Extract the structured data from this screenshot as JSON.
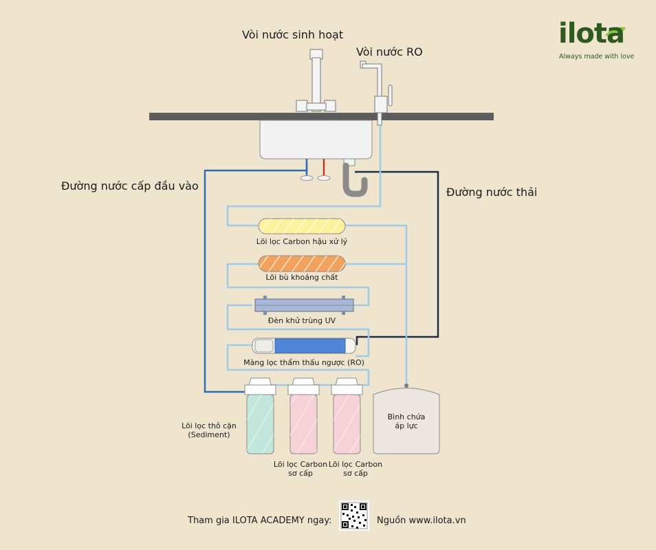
{
  "brand": {
    "logo": "ilota",
    "tagline": "Always made with love"
  },
  "faucets": {
    "household": "Vòi nước sinh hoạt",
    "ro": "Vòi nước RO"
  },
  "lines": {
    "inlet": "Đường nước cấp đầu vào",
    "drain": "Đường nước thải"
  },
  "stages": {
    "post_carbon": "Lõi lọc Carbon hậu xử lý",
    "mineral": "Lõi bù khoáng chất",
    "uv": "Đèn khử trùng UV",
    "ro_membrane": "Màng lọc thẩm thấu ngược (RO)"
  },
  "housings": {
    "sediment_line1": "Lõi lọc thô cặn",
    "sediment_line2": "(Sediment)",
    "carbon1_line1": "Lõi lọc Carbon",
    "carbon1_line2": "sơ cấp",
    "carbon2_line1": "Lõi lọc Carbon",
    "carbon2_line2": "sơ cấp"
  },
  "tank": {
    "line1": "Bình chứa",
    "line2": "áp lực"
  },
  "footer": {
    "join": "Tham gia ILOTA ACADEMY ngay:",
    "source": "Nguồn www.ilota.vn"
  },
  "colors": {
    "background": "#efe5cf",
    "inlet_pipe": "#2f6cb5",
    "drain_pipe": "#1d2b45",
    "filtered_pipe": "#9fcbe8",
    "hot_pipe": "#c0392b",
    "countertop": "#5d5d5d",
    "brand_green": "#2f5a1e"
  }
}
